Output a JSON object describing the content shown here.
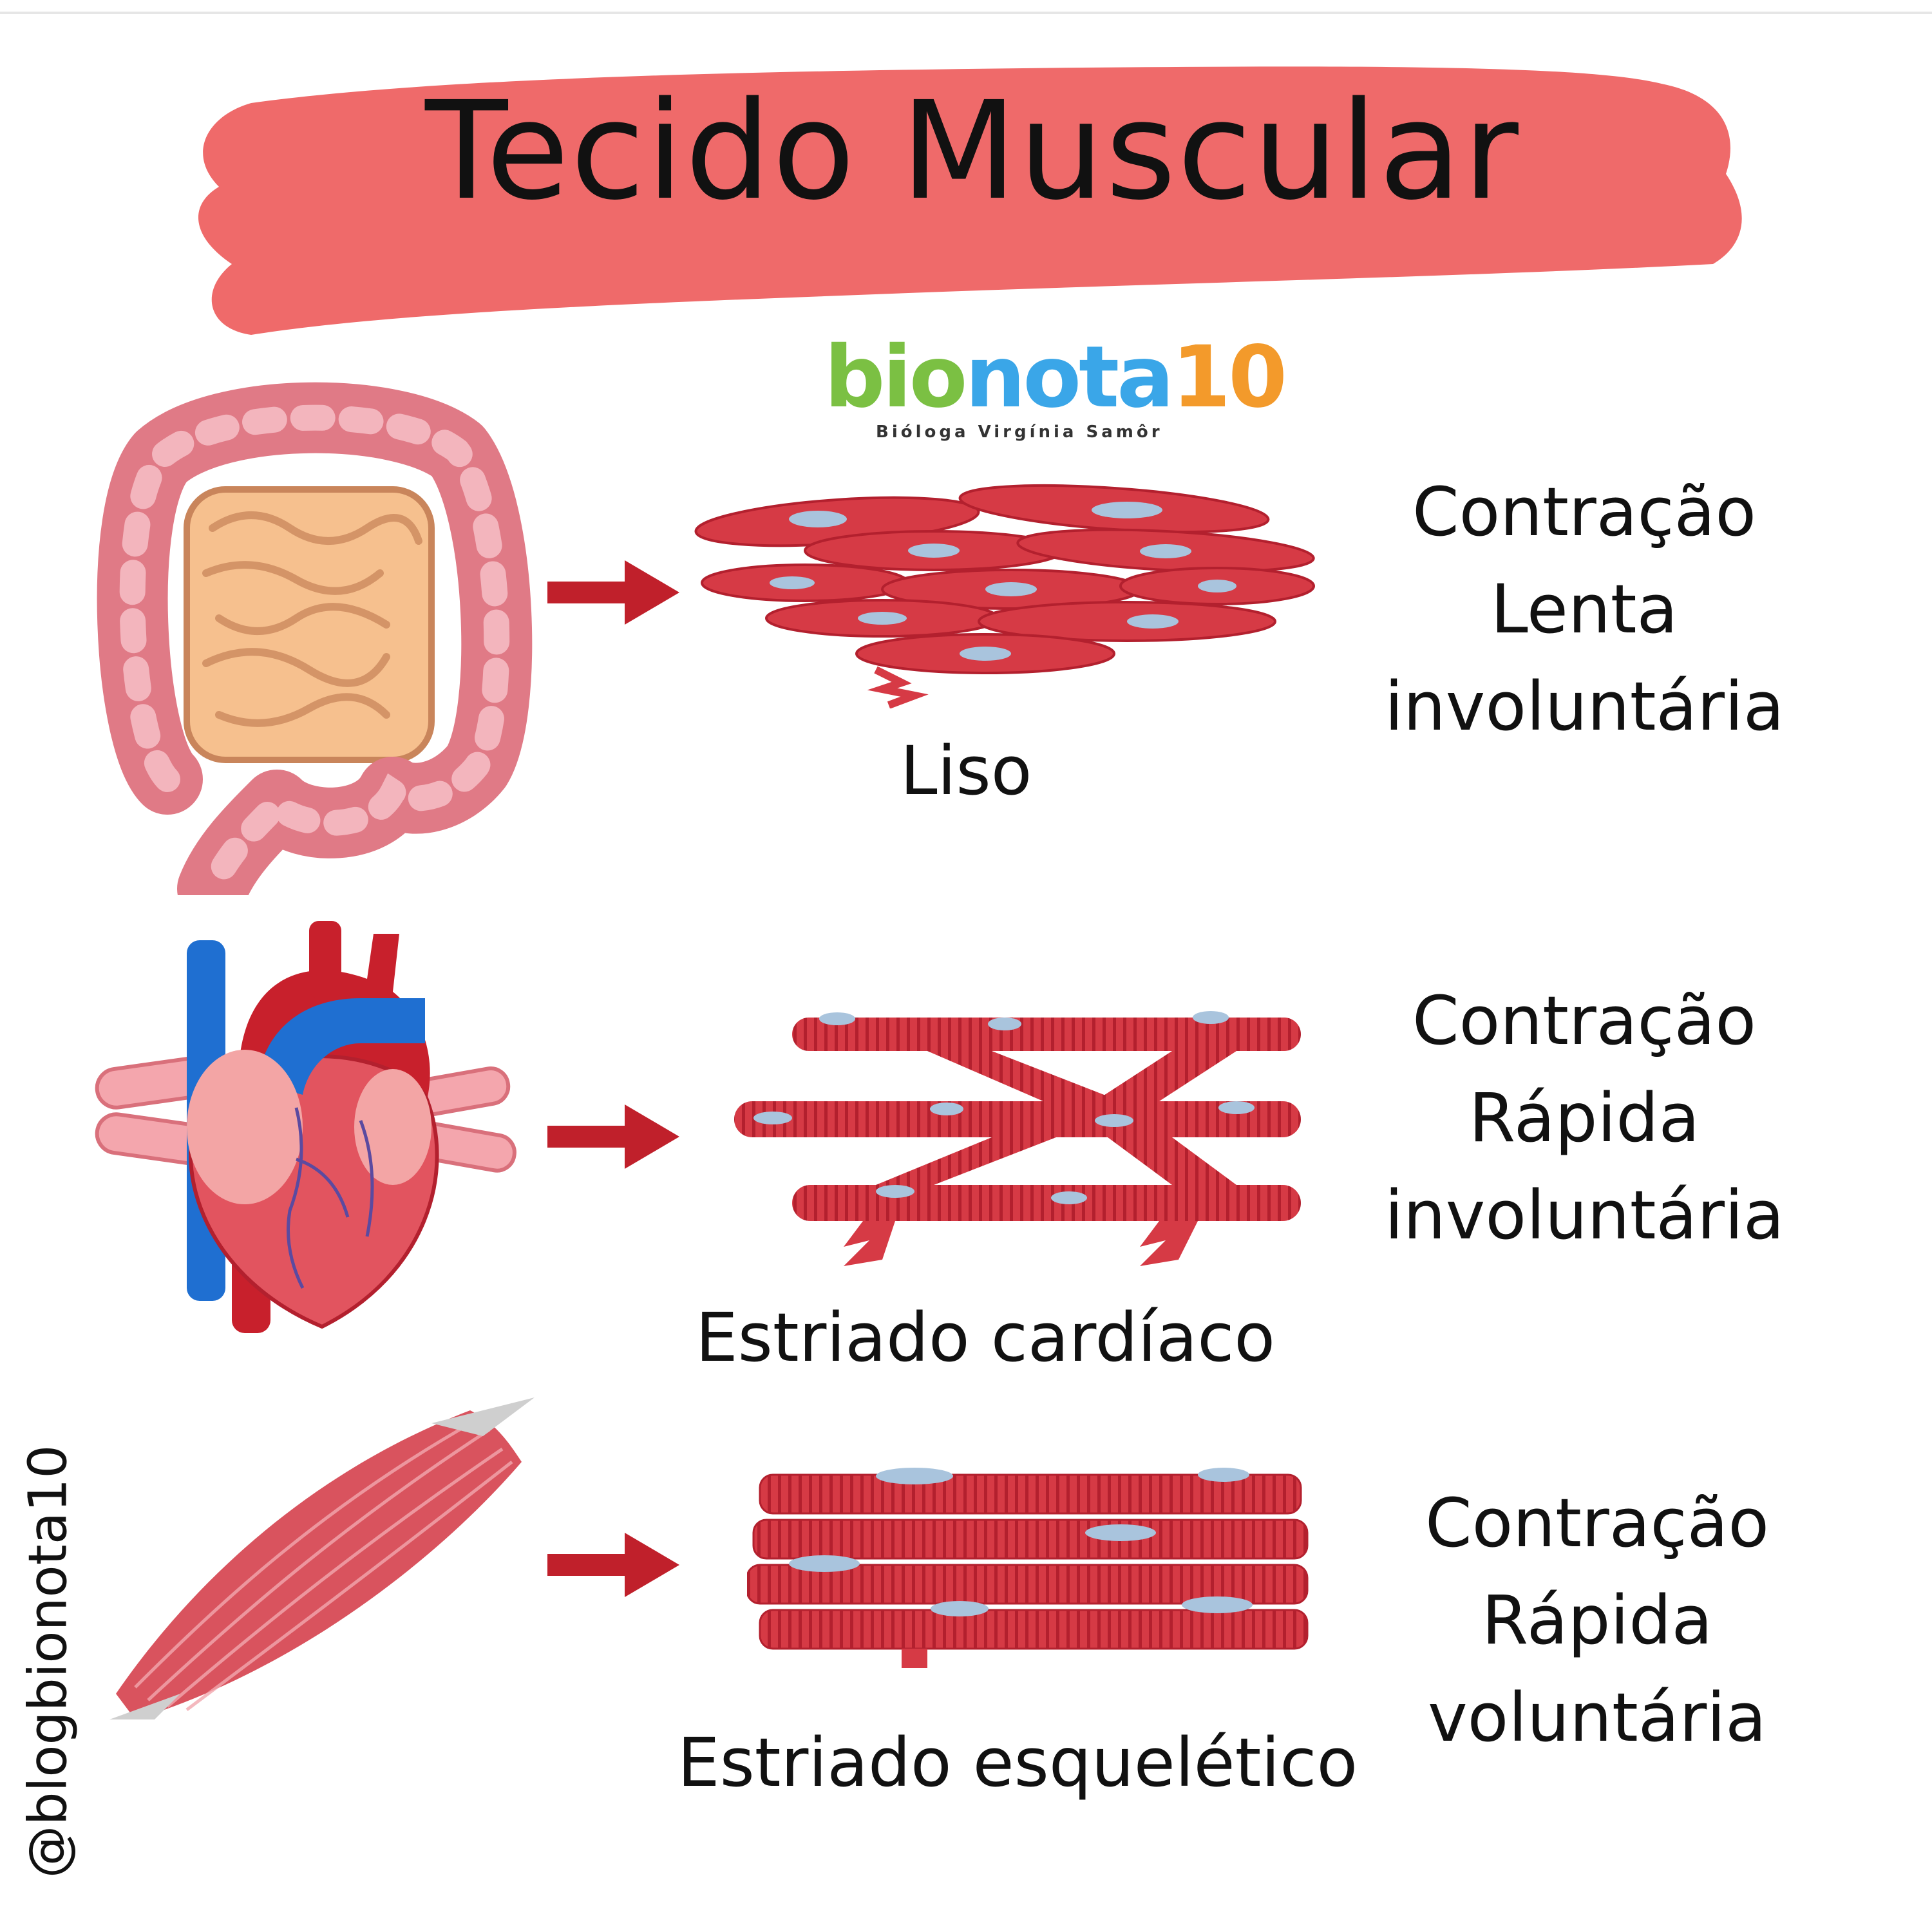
{
  "title": "Tecido Muscular",
  "logo": {
    "part1": "bio",
    "part2": "nota",
    "part3": "10",
    "subtitle": "Bióloga Virgínia Samôr"
  },
  "rows": [
    {
      "tissue_label": "Liso",
      "props": [
        "Contração",
        "Lenta",
        "involuntária"
      ]
    },
    {
      "tissue_label": "Estriado cardíaco",
      "props": [
        "Contração",
        "Rápida",
        "involuntária"
      ]
    },
    {
      "tissue_label": "Estriado esquelético",
      "props": [
        "Contração",
        "Rápida",
        "voluntária"
      ]
    }
  ],
  "handle": "@blogbionota10",
  "colors": {
    "banner": "#ef6a6a",
    "muscle": "#d63a45",
    "muscle_dark": "#b3202e",
    "nucleus": "#a9c4dd",
    "arrow": "#c0202b",
    "vein": "#1f6fd1",
    "artery": "#c8202c"
  }
}
